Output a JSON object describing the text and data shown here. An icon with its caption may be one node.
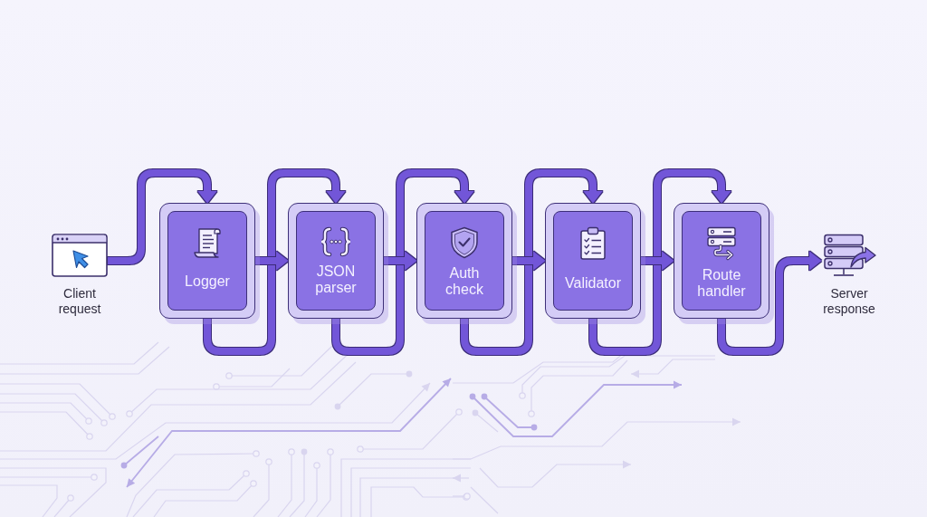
{
  "diagram": {
    "nodes": [
      {
        "text": [
          "Client request"
        ]
      },
      {
        "text": [
          "Logger"
        ]
      },
      {
        "text": [
          "JSON parser"
        ]
      },
      {
        "text": [
          "Auth check"
        ]
      },
      {
        "text": [
          "Validator"
        ]
      },
      {
        "text": [
          "Route handler"
        ]
      },
      {
        "text": [
          "Server response"
        ]
      }
    ],
    "edges": [
      {
        "from": 0,
        "to": 1,
        "arrow": "to"
      },
      {
        "from": 1,
        "to": 2,
        "arrow": "to"
      },
      {
        "from": 1,
        "to": 2,
        "arrow": "to"
      },
      {
        "from": 2,
        "to": 3,
        "arrow": "to"
      },
      {
        "from": 2,
        "to": 3,
        "arrow": "to"
      },
      {
        "from": 3,
        "to": 4,
        "arrow": "to"
      },
      {
        "from": 3,
        "to": 4,
        "arrow": "to"
      },
      {
        "from": 4,
        "to": 5,
        "arrow": "to"
      },
      {
        "from": 4,
        "to": 5,
        "arrow": "to"
      },
      {
        "from": 5,
        "to": 6,
        "arrow": "to"
      }
    ]
  }
}
